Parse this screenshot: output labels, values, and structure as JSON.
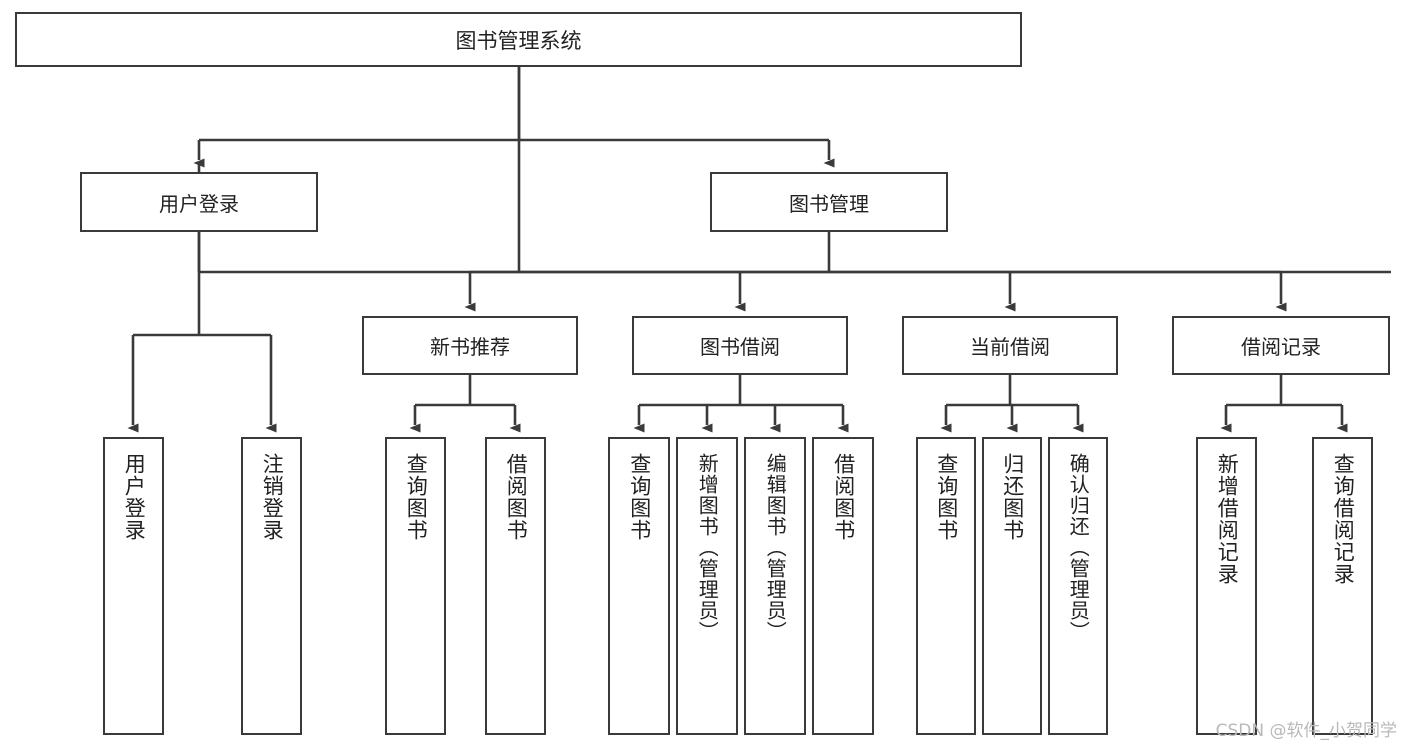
{
  "diagram": {
    "type": "tree",
    "title": "图书管理系统",
    "root": {
      "label": "图书管理系统"
    },
    "level2": [
      {
        "label": "用户登录"
      },
      {
        "label": "图书管理"
      }
    ],
    "level3": [
      {
        "label": "新书推荐"
      },
      {
        "label": "图书借阅"
      },
      {
        "label": "当前借阅"
      },
      {
        "label": "借阅记录"
      }
    ],
    "leaves": {
      "user_login": [
        {
          "label": "用户登录"
        },
        {
          "label": "注销登录"
        }
      ],
      "new_book": [
        {
          "label": "查询图书"
        },
        {
          "label": "借阅图书"
        }
      ],
      "borrow": [
        {
          "label": "查询图书"
        },
        {
          "label": "新增图书（管理员）"
        },
        {
          "label": "编辑图书（管理员）"
        },
        {
          "label": "借阅图书"
        }
      ],
      "current": [
        {
          "label": "查询图书"
        },
        {
          "label": "归还图书"
        },
        {
          "label": "确认归还（管理员）"
        }
      ],
      "records": [
        {
          "label": "新增借阅记录"
        },
        {
          "label": "查询借阅记录"
        }
      ]
    }
  },
  "watermark": {
    "text": "CSDN @软件_小贺同学"
  },
  "colors": {
    "box_border": "#3a3a3a",
    "box_fill": "#ffffff",
    "text": "#222222",
    "wire": "#3a3a3a",
    "watermark": "#b9b9b9",
    "background": "#ffffff"
  }
}
